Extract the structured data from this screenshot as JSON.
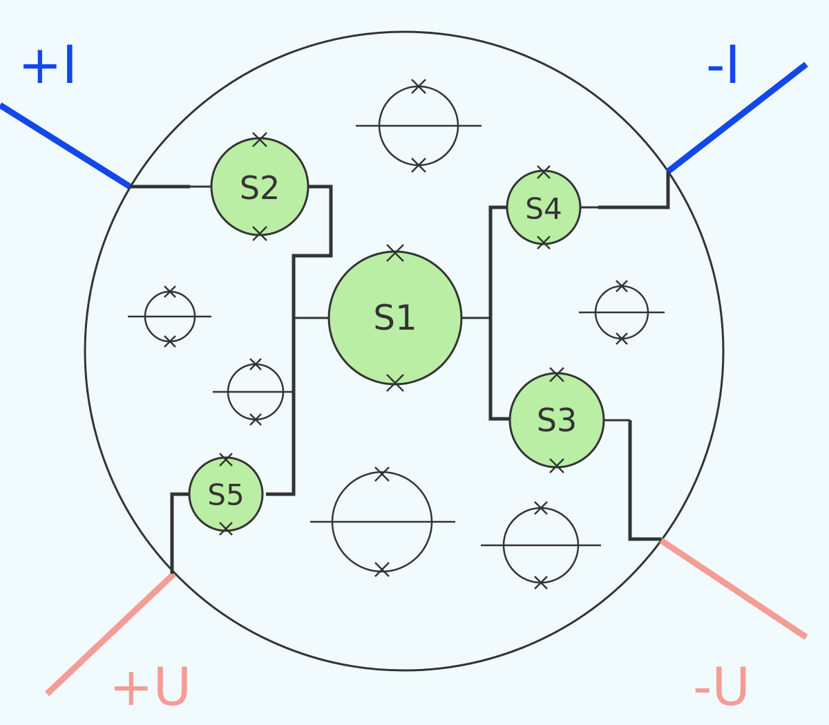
{
  "terminals": {
    "plus_i": "+I",
    "minus_i": "-I",
    "plus_u": "+U",
    "minus_u": "-U"
  },
  "sensors": {
    "s1": "S1",
    "s2": "S2",
    "s3": "S3",
    "s4": "S4",
    "s5": "S5"
  },
  "colors": {
    "background": "#f1fbfd",
    "current_lead": "#1247e8",
    "voltage_lead": "#f59c96",
    "sensor_fill": "#b9eea4",
    "line": "#333333"
  }
}
